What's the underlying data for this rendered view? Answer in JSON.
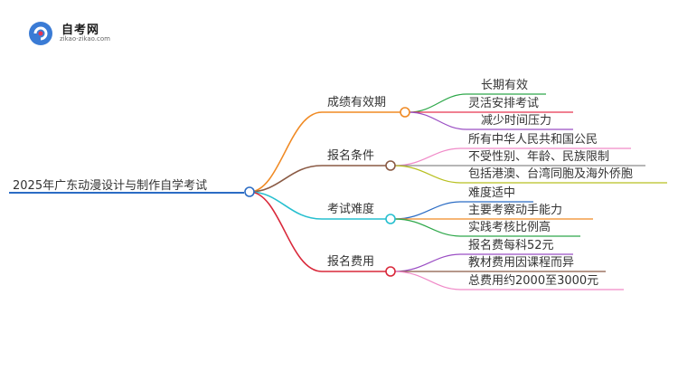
{
  "logo": {
    "name": "自考网",
    "url": "zikao-zikao.com"
  },
  "root": "2025年广东动漫设计与制作自学考试",
  "branches": [
    {
      "label": "成绩有效期",
      "color": "#f08a24",
      "children": [
        {
          "label": "长期有效",
          "color": "#2ea84a"
        },
        {
          "label": "灵活安排考试",
          "color": "#e8344f"
        },
        {
          "label": "减少时间压力",
          "color": "#9b4fc4"
        }
      ]
    },
    {
      "label": "报名条件",
      "color": "#8a5a44",
      "children": [
        {
          "label": "所有中华人民共和国公民",
          "color": "#f08ac8"
        },
        {
          "label": "不受性别、年龄、民族限制",
          "color": "#8a8a8a"
        },
        {
          "label": "包括港澳、台湾同胞及海外侨胞",
          "color": "#b8c020"
        }
      ]
    },
    {
      "label": "考试难度",
      "color": "#26bfcf",
      "children": [
        {
          "label": "难度适中",
          "color": "#2b6cc4"
        },
        {
          "label": "主要考察动手能力",
          "color": "#f08a24"
        },
        {
          "label": "实践考核比例高",
          "color": "#2ea84a"
        }
      ]
    },
    {
      "label": "报名费用",
      "color": "#d9283a",
      "children": [
        {
          "label": "报名费每科52元",
          "color": "#9b4fc4"
        },
        {
          "label": "教材费用因课程而异",
          "color": "#8a5a44"
        },
        {
          "label": "总费用约2000至3000元",
          "color": "#f08ac8"
        }
      ]
    }
  ],
  "root_line_color": "#2b6cc4"
}
